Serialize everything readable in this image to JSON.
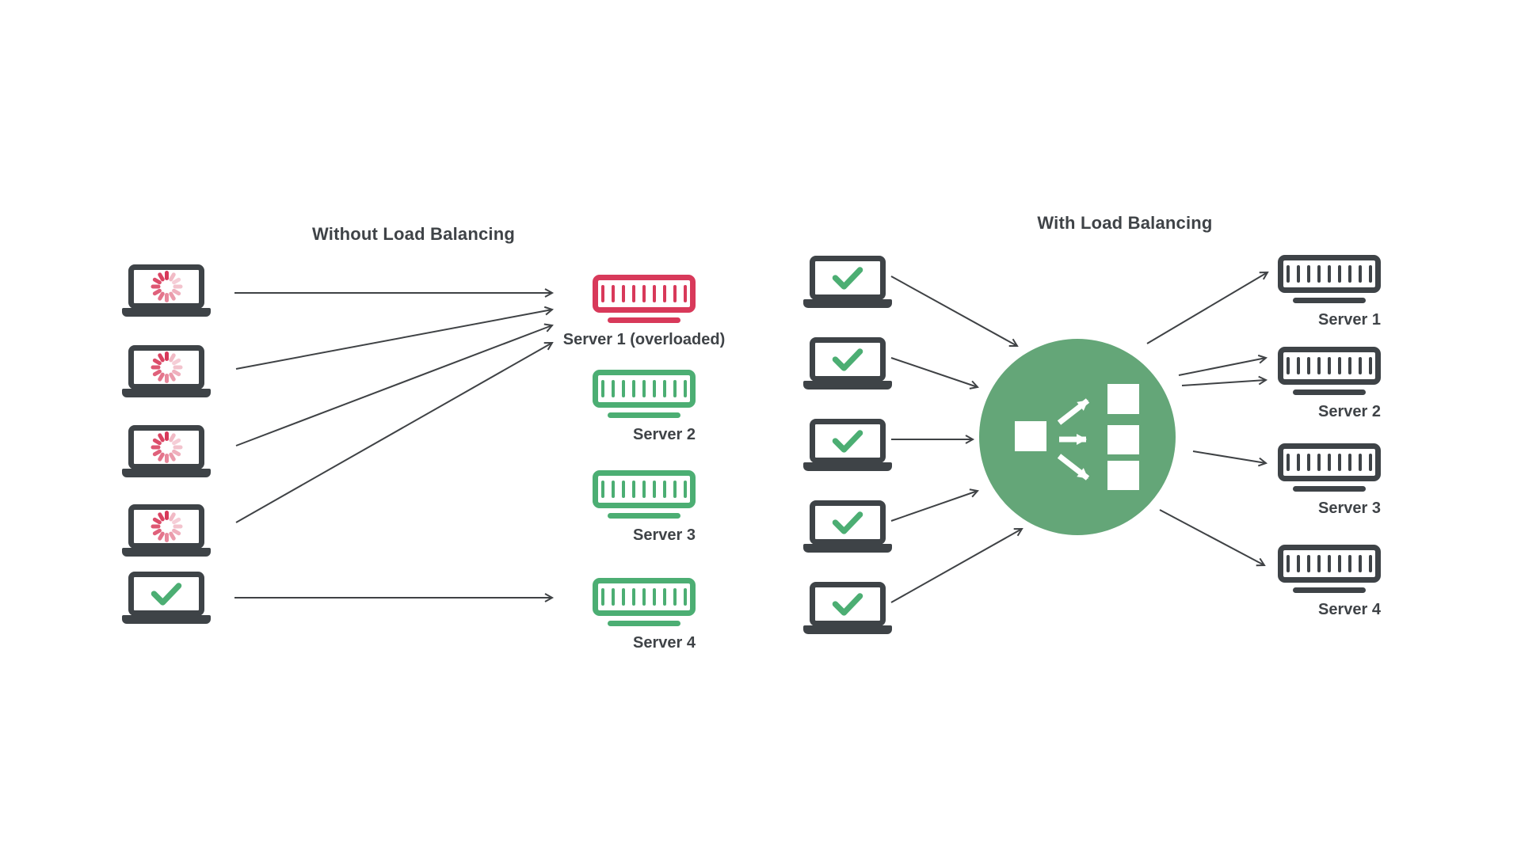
{
  "diagram": {
    "left": {
      "title": "Without Load Balancing",
      "clients": [
        {
          "icon": "loading-spinner-icon",
          "status": "loading"
        },
        {
          "icon": "loading-spinner-icon",
          "status": "loading"
        },
        {
          "icon": "loading-spinner-icon",
          "status": "loading"
        },
        {
          "icon": "loading-spinner-icon",
          "status": "loading"
        },
        {
          "icon": "check-icon",
          "status": "ok"
        }
      ],
      "servers": [
        {
          "label": "Server 1 (overloaded)",
          "status": "overloaded"
        },
        {
          "label": "Server 2",
          "status": "ok"
        },
        {
          "label": "Server 3",
          "status": "ok"
        },
        {
          "label": "Server 4",
          "status": "ok"
        }
      ]
    },
    "right": {
      "title": "With Load Balancing",
      "clients": [
        {
          "icon": "check-icon",
          "status": "ok"
        },
        {
          "icon": "check-icon",
          "status": "ok"
        },
        {
          "icon": "check-icon",
          "status": "ok"
        },
        {
          "icon": "check-icon",
          "status": "ok"
        },
        {
          "icon": "check-icon",
          "status": "ok"
        }
      ],
      "load_balancer": {
        "icon": "load-balancer-icon"
      },
      "servers": [
        {
          "label": "Server 1"
        },
        {
          "label": "Server 2"
        },
        {
          "label": "Server 3"
        },
        {
          "label": "Server 4"
        }
      ]
    },
    "colors": {
      "overloaded_red": "#d8395a",
      "healthy_green": "#4cae73",
      "balancer_green": "#64a678",
      "device_dark": "#3e4347",
      "arrow_dark": "#3f4245",
      "background": "#ffffff"
    }
  }
}
